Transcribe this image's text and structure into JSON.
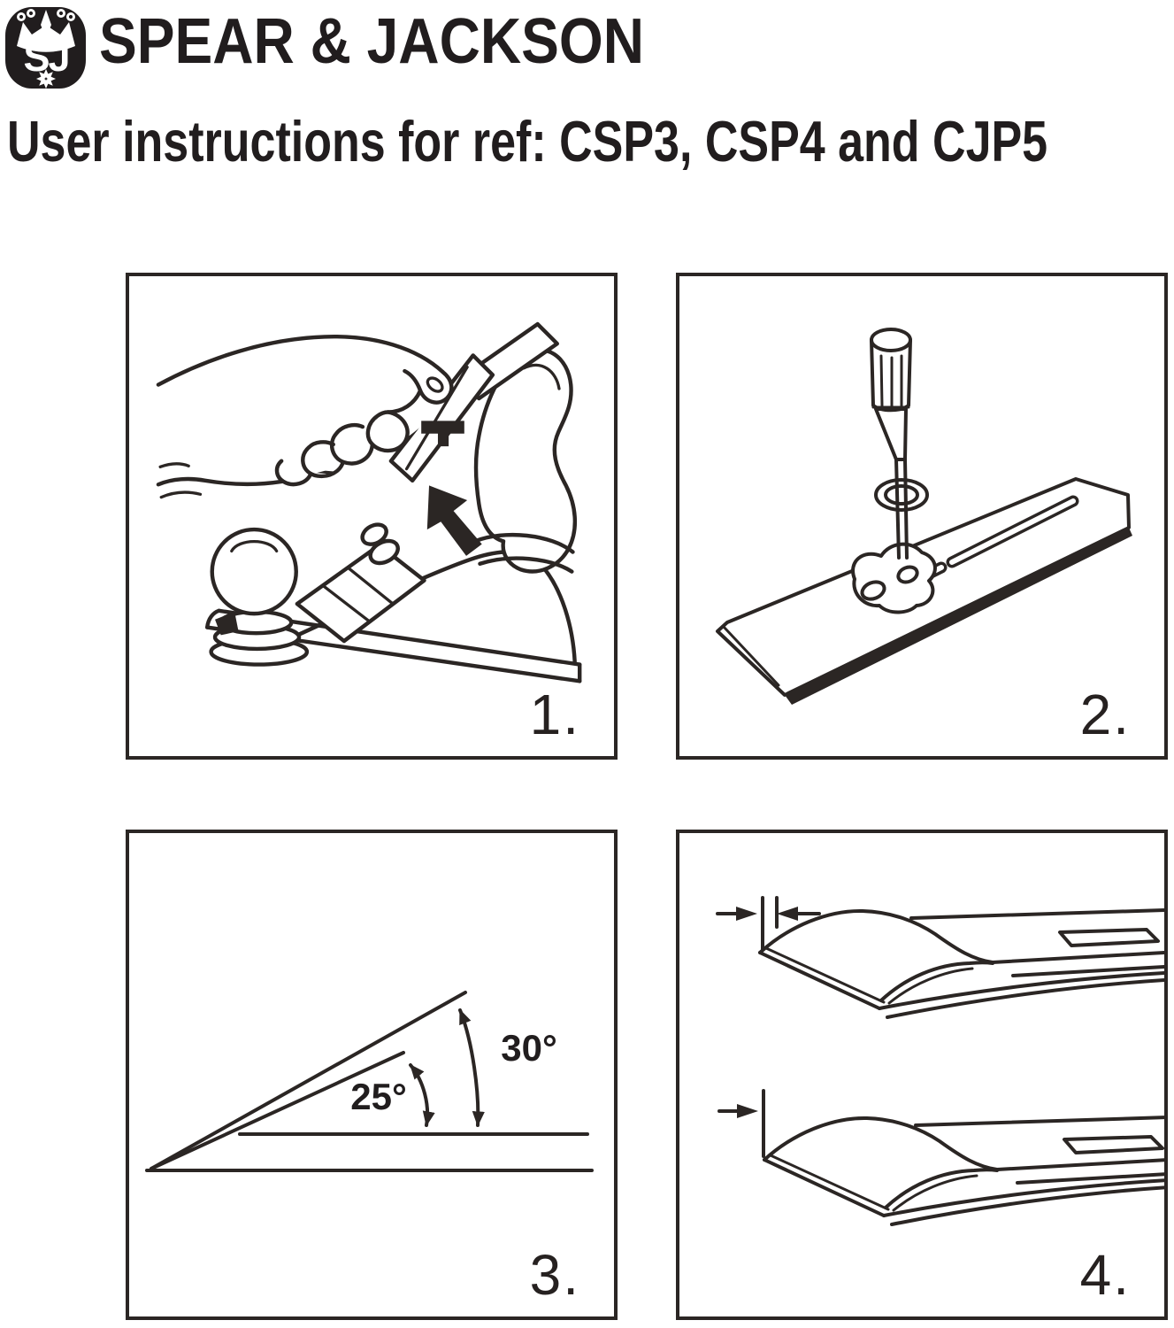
{
  "header": {
    "logo_monogram": "SJ",
    "brand": "SPEAR & JACKSON",
    "title": "User instructions for ref: CSP3, CSP4 and CJP5"
  },
  "panels": [
    {
      "number": "1.",
      "illustration": "hand-adjusting-plane"
    },
    {
      "number": "2.",
      "illustration": "screwdriver-tightening-cap-iron-screw"
    },
    {
      "number": "3.",
      "illustration": "blade-honing-angle-diagram",
      "angle_labels": {
        "grinding": "25°",
        "honing": "30°"
      }
    },
    {
      "number": "4.",
      "illustration": "cap-iron-edge-setting"
    }
  ],
  "colors": {
    "ink_line": "#2b2624",
    "ink_text": "#211d1e",
    "paper": "#ffffff"
  }
}
